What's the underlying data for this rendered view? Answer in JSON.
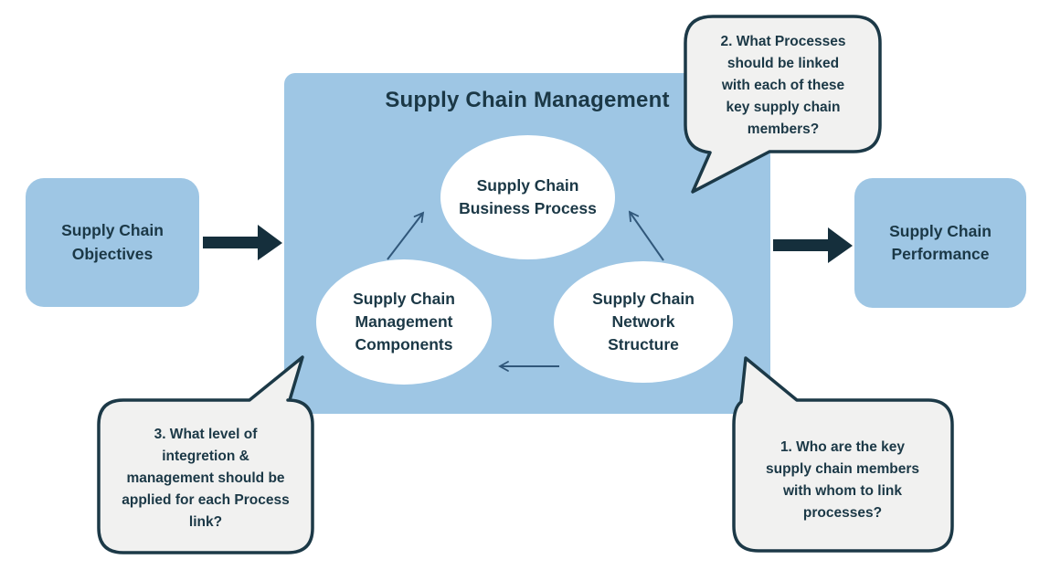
{
  "colors": {
    "panel_blue": "#9ec6e4",
    "dark_navy": "#1b3846",
    "thick_arrow": "#152f3c",
    "thin_arrow": "#30577a",
    "bubble_fill": "#f1f1f0",
    "bubble_border": "#1c3947",
    "node_fill": "#ffffff",
    "background": "#ffffff"
  },
  "center": {
    "title": "Supply Chain Management",
    "ellipses": [
      {
        "id": "business-process",
        "label": "Supply Chain\nBusiness Process"
      },
      {
        "id": "management-components",
        "label": "Supply Chain\nManagement\nComponents"
      },
      {
        "id": "network-structure",
        "label": "Supply Chain\nNetwork\nStructure"
      }
    ]
  },
  "side_boxes": {
    "left": {
      "label": "Supply Chain\nObjectives"
    },
    "right": {
      "label": "Supply Chain\nPerformance"
    }
  },
  "callouts": {
    "q1": {
      "text": "1. Who are the key\nsupply chain members\nwith whom to link\nprocesses?"
    },
    "q2": {
      "text": "2. What Processes\nshould be linked\nwith each of these\nkey supply chain\nmembers?"
    },
    "q3": {
      "text": "3. What level of\nintegretion &\nmanagement should be\napplied for each Process\nlink?"
    }
  },
  "flow": {
    "left_arrow": "objectives to supply chain management",
    "right_arrow": "supply chain management to performance",
    "cycle_arrows": [
      "management components to business process",
      "network structure to business process",
      "network structure to management components"
    ]
  }
}
